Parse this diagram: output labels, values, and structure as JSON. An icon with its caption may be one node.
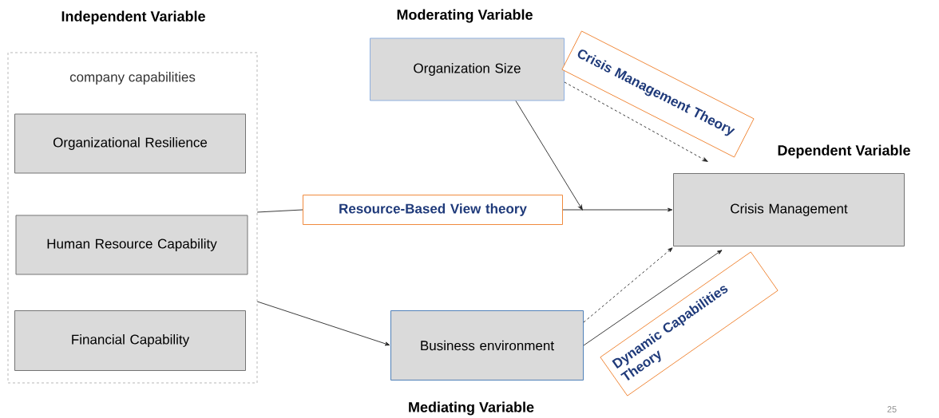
{
  "diagram": {
    "nodes": [
      {
        "text": [
          "Independent Variable",
          "company capabilities"
        ]
      },
      {
        "text": [
          "Organizational Resilience"
        ],
        "in": 0
      },
      {
        "text": [
          "Human Resource Capability"
        ],
        "in": 0
      },
      {
        "text": [
          "Financial Capability"
        ],
        "in": 0
      },
      {
        "text": [
          "Moderating Variable",
          "Organization Size"
        ]
      },
      {
        "text": [
          "Resource-Based View theory"
        ]
      },
      {
        "text": [
          "Crisis Management Theory"
        ]
      },
      {
        "text": [
          "Dependent Variable",
          "Crisis Management"
        ]
      },
      {
        "text": [
          "Business environment",
          "Mediating Variable"
        ]
      },
      {
        "text": [
          "Dynamic Capabilities Theory"
        ]
      }
    ],
    "edges": [
      {
        "from": 0,
        "to": 5,
        "arrow": "none"
      },
      {
        "from": 5,
        "to": 7,
        "arrow": "to"
      },
      {
        "from": 4,
        "to": null,
        "arrow": "to"
      },
      {
        "from": 4,
        "to": 7,
        "arrow": "to",
        "style": "dashed"
      },
      {
        "from": 0,
        "to": 8,
        "arrow": "to"
      },
      {
        "from": 8,
        "to": 7,
        "arrow": "to",
        "style": "dashed"
      },
      {
        "from": 8,
        "to": 7,
        "arrow": "to"
      }
    ],
    "labels": [
      "25"
    ]
  }
}
